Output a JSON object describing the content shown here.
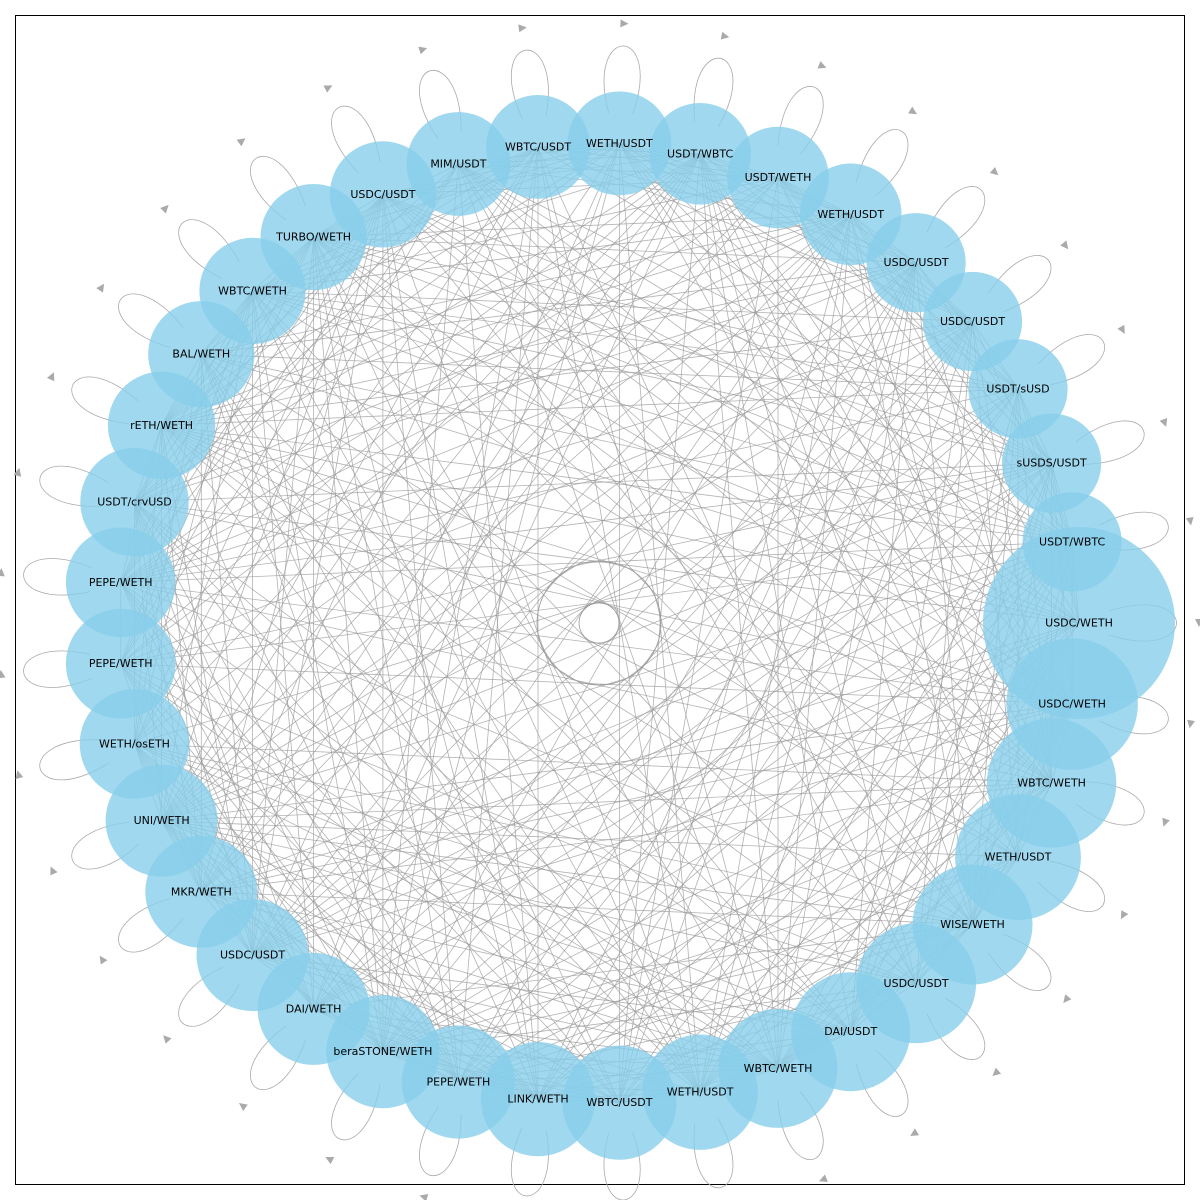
{
  "diagram": {
    "type": "network-graph",
    "layout": "circular",
    "node_color": "#87ceeb",
    "edge_color": "#999999",
    "frame_color": "#000000",
    "nodes": [
      {
        "label": "USDC/WETH",
        "weight": 1.0
      },
      {
        "label": "USDT/WBTC",
        "weight": 0.2
      },
      {
        "label": "sUSDS/USDT",
        "weight": 0.2
      },
      {
        "label": "USDT/sUSD",
        "weight": 0.2
      },
      {
        "label": "USDC/USDT",
        "weight": 0.2
      },
      {
        "label": "USDC/USDT",
        "weight": 0.2
      },
      {
        "label": "WETH/USDT",
        "weight": 0.22
      },
      {
        "label": "USDT/WETH",
        "weight": 0.22
      },
      {
        "label": "USDT/WBTC",
        "weight": 0.22
      },
      {
        "label": "WETH/USDT",
        "weight": 0.24
      },
      {
        "label": "WBTC/USDT",
        "weight": 0.24
      },
      {
        "label": "MIM/USDT",
        "weight": 0.24
      },
      {
        "label": "USDC/USDT",
        "weight": 0.26
      },
      {
        "label": "TURBO/WETH",
        "weight": 0.26
      },
      {
        "label": "WBTC/WETH",
        "weight": 0.26
      },
      {
        "label": "BAL/WETH",
        "weight": 0.26
      },
      {
        "label": "rETH/WETH",
        "weight": 0.27
      },
      {
        "label": "USDT/crvUSD",
        "weight": 0.28
      },
      {
        "label": "PEPE/WETH",
        "weight": 0.29
      },
      {
        "label": "PEPE/WETH",
        "weight": 0.29
      },
      {
        "label": "WETH/osETH",
        "weight": 0.29
      },
      {
        "label": "UNI/WETH",
        "weight": 0.31
      },
      {
        "label": "MKR/WETH",
        "weight": 0.31
      },
      {
        "label": "USDC/USDT",
        "weight": 0.31
      },
      {
        "label": "DAI/WETH",
        "weight": 0.31
      },
      {
        "label": "beraSTONE/WETH",
        "weight": 0.32
      },
      {
        "label": "PEPE/WETH",
        "weight": 0.32
      },
      {
        "label": "LINK/WETH",
        "weight": 0.33
      },
      {
        "label": "WBTC/USDT",
        "weight": 0.33
      },
      {
        "label": "WETH/USDT",
        "weight": 0.34
      },
      {
        "label": "WBTC/WETH",
        "weight": 0.37
      },
      {
        "label": "DAI/USDT",
        "weight": 0.37
      },
      {
        "label": "USDC/USDT",
        "weight": 0.38
      },
      {
        "label": "WISE/WETH",
        "weight": 0.38
      },
      {
        "label": "WETH/USDT",
        "weight": 0.43
      },
      {
        "label": "WBTC/WETH",
        "weight": 0.46
      },
      {
        "label": "USDC/WETH",
        "weight": 0.48
      }
    ]
  }
}
